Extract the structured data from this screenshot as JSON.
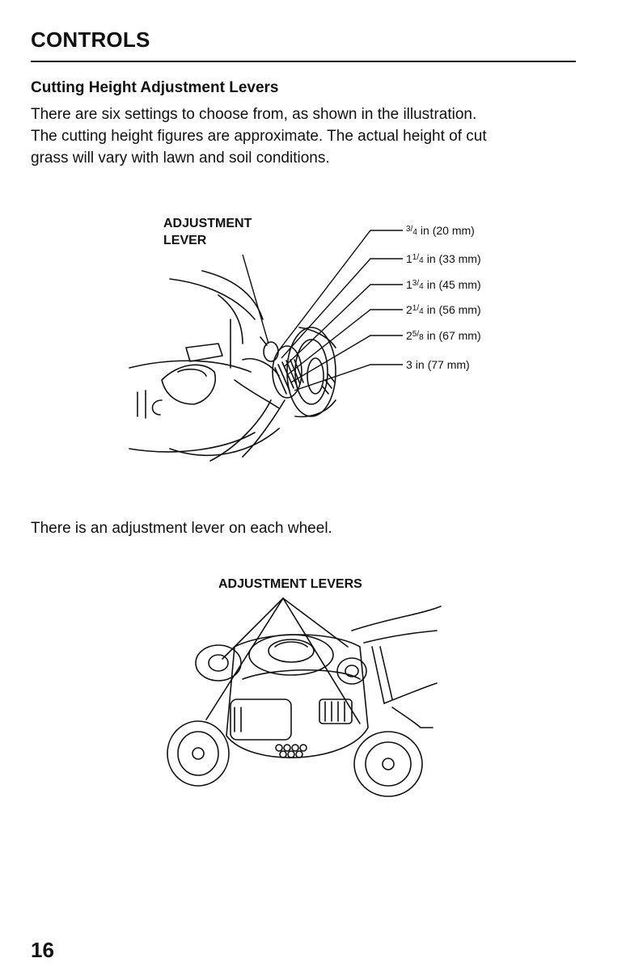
{
  "header": {
    "section_title": "CONTROLS",
    "subsection_title": "Cutting Height Adjustment Levers"
  },
  "body": {
    "intro_line1": "There are six settings to choose from, as shown in the illustration.",
    "intro_line2": "The cutting height figures are approximate. The actual height of cut",
    "intro_line3": "grass will vary with lawn and soil conditions.",
    "each_wheel_note": "There is an adjustment lever on each wheel."
  },
  "figure1": {
    "label_line1": "ADJUSTMENT",
    "label_line2": "LEVER",
    "settings": [
      {
        "frac_num": "3",
        "frac_den": "4",
        "whole": "",
        "rest": "in (20 mm)"
      },
      {
        "frac_num": "1",
        "frac_den": "4",
        "whole": "1",
        "rest": "in (33 mm)"
      },
      {
        "frac_num": "3",
        "frac_den": "4",
        "whole": "1",
        "rest": "in (45 mm)"
      },
      {
        "frac_num": "1",
        "frac_den": "4",
        "whole": "2",
        "rest": "in (56 mm)"
      },
      {
        "frac_num": "5",
        "frac_den": "8",
        "whole": "2",
        "rest": "in (67 mm)"
      },
      {
        "frac_num": "",
        "frac_den": "",
        "whole": "3",
        "rest": "in (77 mm)"
      }
    ]
  },
  "figure2": {
    "label": "ADJUSTMENT LEVERS"
  },
  "footer": {
    "page_number": "16"
  }
}
